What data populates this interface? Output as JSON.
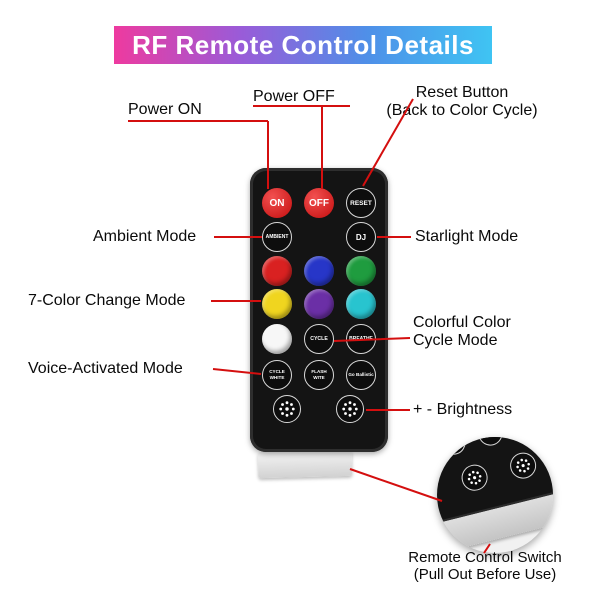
{
  "title": "RF Remote Control Details",
  "colors": {
    "banner_gradient": [
      "#ee3a9f",
      "#9a5bd8",
      "#4f8fe8",
      "#3fc4f3"
    ],
    "callout_line": "#d40f0f",
    "remote_body": "#141414",
    "button_red": "#d31d1d"
  },
  "callouts": {
    "power_on": "Power ON",
    "power_off": "Power OFF",
    "reset_line1": "Reset Button",
    "reset_line2": "(Back to Color Cycle)",
    "ambient": "Ambient Mode",
    "starlight": "Starlight Mode",
    "seven_color": "7-Color Change Mode",
    "colorful_line1": "Colorful Color",
    "colorful_line2": "Cycle Mode",
    "voice": "Voice-Activated Mode",
    "brightness": "+ - Brightness",
    "switch_line1": "Remote Control Switch",
    "switch_line2": "(Pull Out Before Use)"
  },
  "remote": {
    "buttons": {
      "on": "ON",
      "off": "OFF",
      "reset": "RESET",
      "ambient": "AMBIENT",
      "dj": "DJ",
      "cycle": "CYCLE",
      "breathe": "BREATHE",
      "cycle_white": "CYCLE WHITE",
      "flash_wite": "FLASH WITE",
      "go_ballistic": "Go Ballistic"
    },
    "color_buttons": [
      "#d92121",
      "#2736c8",
      "#1f9c3f",
      "#f0d51f",
      "#6b2fa6",
      "#28c4cf",
      "#f7f7f7"
    ]
  }
}
